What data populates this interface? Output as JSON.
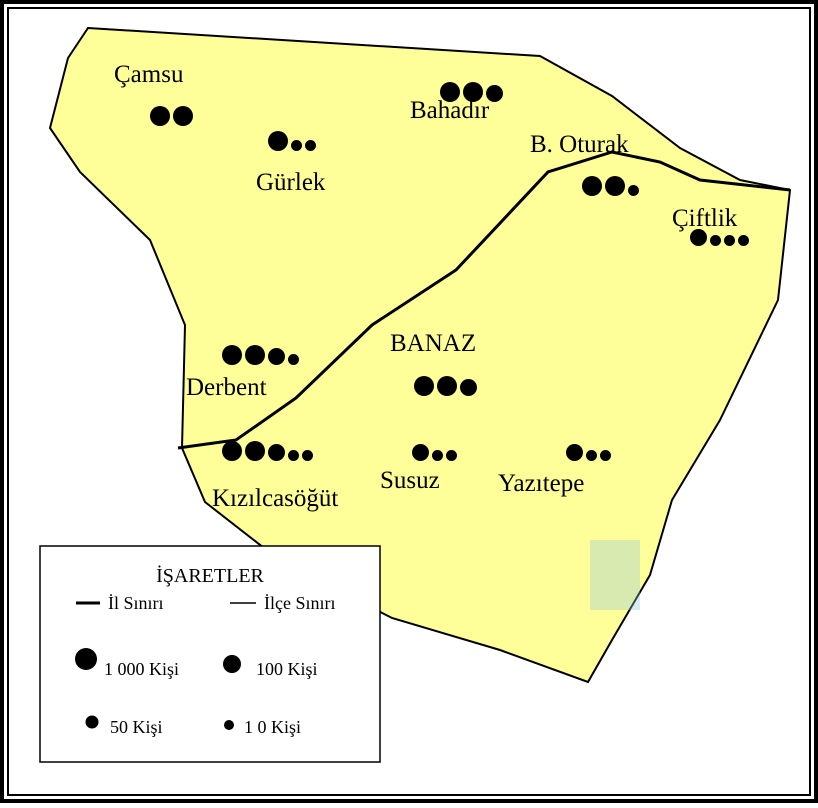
{
  "map": {
    "colors": {
      "land": "#FFFF99",
      "outline": "#000000",
      "background": "#FFFFFF",
      "dots": "#000000",
      "stipple": "#8FC3D9"
    },
    "places": [
      {
        "id": "camsu",
        "name": "Çamsu",
        "dots": [
          "large",
          "large"
        ]
      },
      {
        "id": "bahadir",
        "name": "Bahadır",
        "dots": [
          "large",
          "large",
          "medium"
        ]
      },
      {
        "id": "gurlek",
        "name": "Gürlek",
        "dots": [
          "large",
          "small",
          "small"
        ]
      },
      {
        "id": "b-oturak",
        "name": "B. Oturak",
        "dots": [
          "large",
          "large",
          "small"
        ]
      },
      {
        "id": "ciftlik",
        "name": "Çiftlik",
        "dots": [
          "medium",
          "small",
          "small",
          "small"
        ]
      },
      {
        "id": "banaz",
        "name": "BANAZ",
        "dots": [
          "large",
          "large",
          "medium"
        ]
      },
      {
        "id": "derbent",
        "name": "Derbent",
        "dots": [
          "large",
          "large",
          "medium",
          "small"
        ]
      },
      {
        "id": "kizilcasogut",
        "name": "Kızılcasöğüt",
        "dots": [
          "large",
          "large",
          "medium",
          "small",
          "small"
        ]
      },
      {
        "id": "susuz",
        "name": "Susuz",
        "dots": [
          "medium",
          "small",
          "small"
        ]
      },
      {
        "id": "yazitepe",
        "name": "Yazıtepe",
        "dots": [
          "medium",
          "small",
          "small"
        ]
      }
    ]
  },
  "legend": {
    "title": "İŞARETLER",
    "il_siniri": "İl Sınırı",
    "ilce_siniri": "İlçe Sınırı",
    "kisi_1000": "1 000 Kişi",
    "kisi_100": "100  Kişi",
    "kisi_50": "50  Kişi",
    "kisi_10": "1 0 Kişi"
  }
}
